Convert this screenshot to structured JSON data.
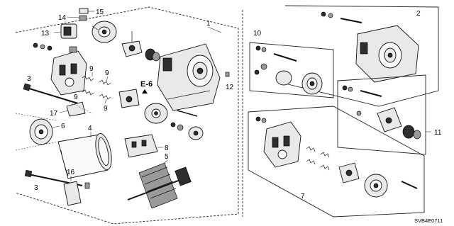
{
  "callouts": {
    "c1": "1",
    "c2": "2",
    "c3a": "3",
    "c3b": "3",
    "c4": "4",
    "c5": "5",
    "c6": "6",
    "c7": "7",
    "c8": "8",
    "c9a": "9",
    "c9b": "9",
    "c9c": "9",
    "c9d": "9",
    "c10": "10",
    "c11": "11",
    "c12": "12",
    "c13": "13",
    "c14": "14",
    "c15": "15",
    "c16": "16",
    "c17": "17"
  },
  "section_ref": "E-6",
  "diagram_code": "SVB4E0711"
}
